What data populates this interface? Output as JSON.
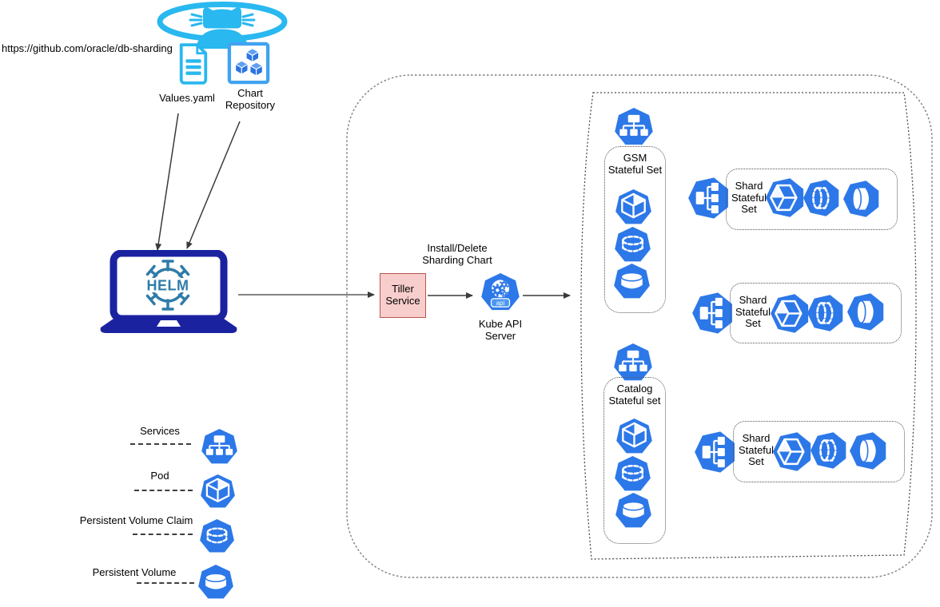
{
  "source": {
    "repo_url": "https://github.com/oracle/db-sharding",
    "values_label": "Values.yaml",
    "chart_repo_label": "Chart Repository"
  },
  "helm_client": {
    "logo_text": "HELM"
  },
  "pipeline": {
    "tiller_label": "Tiller Service",
    "install_label": "Install/Delete Sharding Chart",
    "kube_api_label": "Kube API Server",
    "api_badge": "api"
  },
  "cluster": {
    "gsm_label": "GSM Stateful Set",
    "catalog_label": "Catalog Stateful set",
    "shard_sets": [
      {
        "label": "Shard Stateful Set"
      },
      {
        "label": "Shard Stateful Set"
      },
      {
        "label": "Shard Stateful Set"
      }
    ]
  },
  "legend": {
    "items": [
      {
        "label": "Services",
        "icon": "services-icon"
      },
      {
        "label": "Pod",
        "icon": "pod-icon"
      },
      {
        "label": "Persistent Volume Claim",
        "icon": "pvc-icon"
      },
      {
        "label": "Persistent Volume",
        "icon": "persistent-volume-icon"
      }
    ]
  },
  "icons": {
    "github": "github-octocat-icon",
    "document": "values-yaml-document-icon",
    "cubes": "chart-repository-icon",
    "laptop": "helm-laptop-icon",
    "kube_api": "kube-api-server-icon",
    "services": "services-icon",
    "statefulset": "stateful-set-icon",
    "pod": "pod-icon",
    "pvc": "pvc-icon",
    "pv": "persistent-volume-icon"
  },
  "colors": {
    "k8s_blue": "#2D78E8",
    "cyan": "#29B8EF",
    "navy": "#1B22A0",
    "helm_teal": "#2F7CA8",
    "tiller_fill": "#F8CECC",
    "tiller_border": "#B85450",
    "api_badge_fill": "#4C98F0",
    "chart_repo_border": "#41A3F0"
  }
}
